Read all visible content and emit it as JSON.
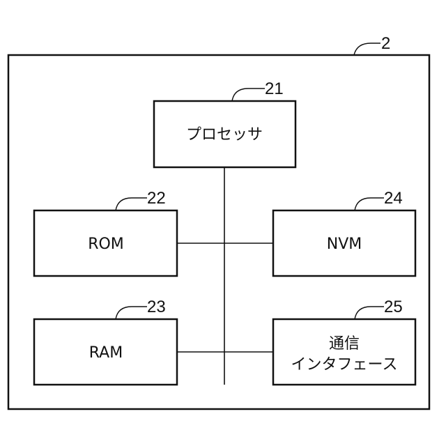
{
  "diagram": {
    "system": {
      "ref": "2"
    },
    "blocks": {
      "processor": {
        "ref": "21",
        "label": "プロセッサ"
      },
      "rom": {
        "ref": "22",
        "label": "ROM"
      },
      "ram": {
        "ref": "23",
        "label": "RAM"
      },
      "nvm": {
        "ref": "24",
        "label": "NVM"
      },
      "comm_interface": {
        "ref": "25",
        "label_line1": "通信",
        "label_line2": "インタフェース"
      }
    }
  }
}
